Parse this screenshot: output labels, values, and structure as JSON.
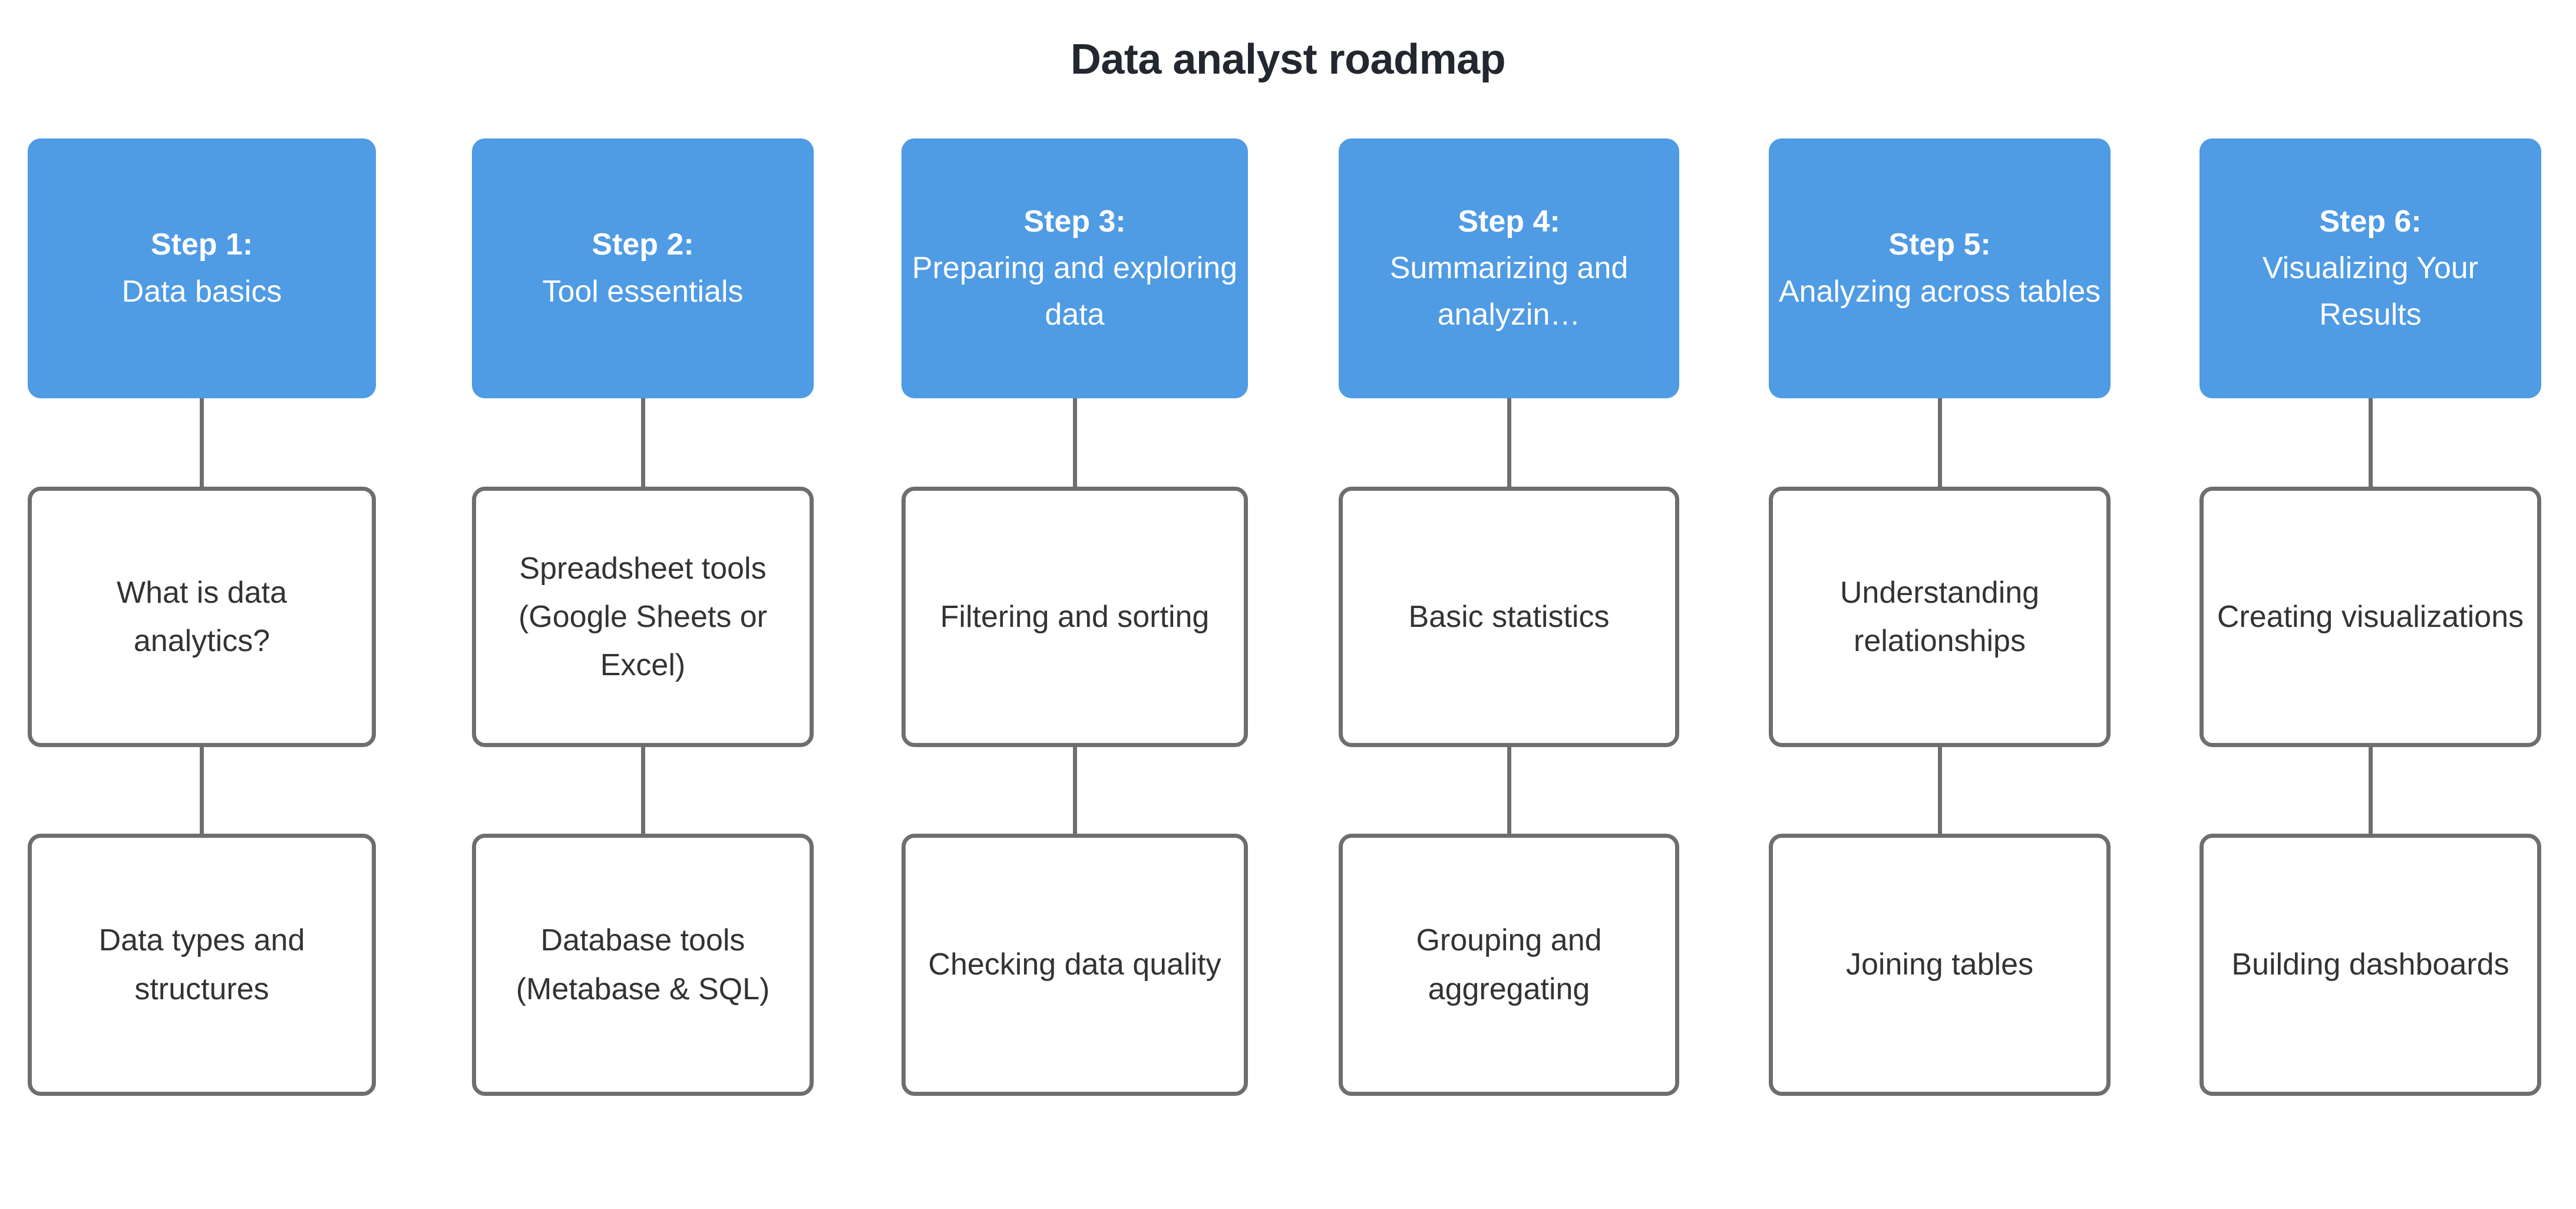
{
  "title": "Data analyst roadmap",
  "theme": {
    "header_fill": "#4f9be4",
    "header_text": "#ffffff",
    "node_border": "#6e6e6e",
    "node_fill": "#ffffff",
    "node_text": "#333333",
    "title_text": "#23272f",
    "background": "#ffffff"
  },
  "columns": [
    {
      "step_number": "Step 1:",
      "step_name": "Data basics",
      "sub_nodes": [
        "What is data analytics?",
        "Data types and structures"
      ]
    },
    {
      "step_number": "Step 2:",
      "step_name": "Tool essentials",
      "sub_nodes": [
        "Spreadsheet tools (Google Sheets or Excel)",
        "Database tools (Metabase & SQL)"
      ]
    },
    {
      "step_number": "Step 3:",
      "step_name": "Preparing and exploring data",
      "sub_nodes": [
        "Filtering and sorting",
        "Checking data quality"
      ]
    },
    {
      "step_number": "Step 4:",
      "step_name": "Summarizing and analyzin…",
      "sub_nodes": [
        "Basic statistics",
        "Grouping and aggregating"
      ]
    },
    {
      "step_number": "Step 5:",
      "step_name": "Analyzing across tables",
      "sub_nodes": [
        "Understanding relationships",
        "Joining tables"
      ]
    },
    {
      "step_number": "Step 6:",
      "step_name": "Visualizing Your Results",
      "sub_nodes": [
        "Creating visualizations",
        "Building dashboards"
      ]
    }
  ]
}
